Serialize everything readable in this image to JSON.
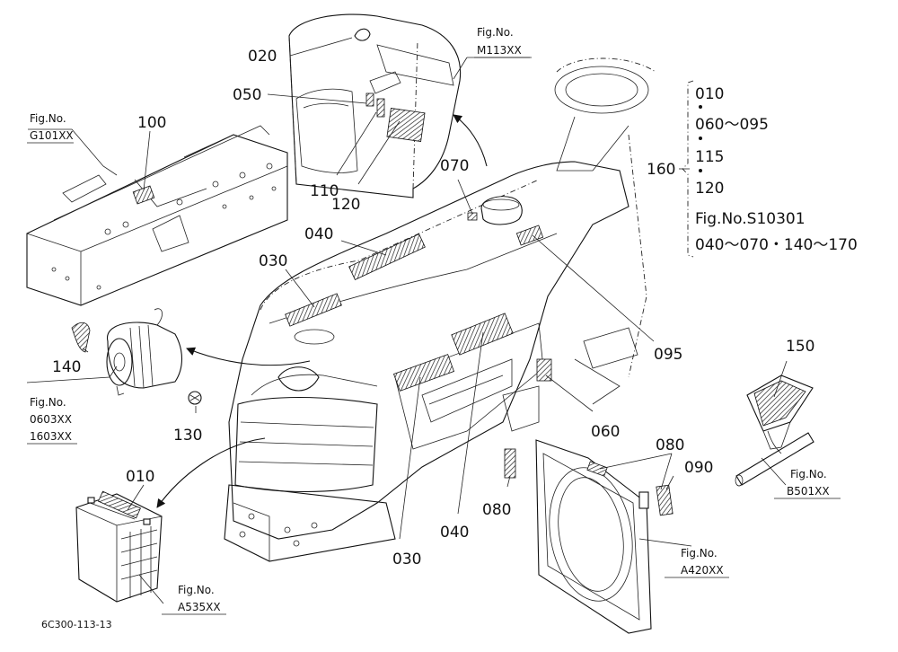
{
  "callouts": {
    "c020": "020",
    "c050": "050",
    "c110": "110",
    "c120": "120",
    "c100": "100",
    "c070": "070",
    "c040_top": "040",
    "c030_top": "030",
    "c140": "140",
    "c130": "130",
    "c010": "010",
    "c095": "095",
    "c060": "060",
    "c150": "150",
    "c080_right": "080",
    "c090": "090",
    "c080_mid": "080",
    "c040_bottom": "040",
    "c030_bottom": "030",
    "c160": "160"
  },
  "fig_refs": {
    "m113_title": "Fig.No.",
    "m113_code": "M113XX",
    "g101_title": "Fig.No.",
    "g101_code": "G101XX",
    "f0603_title": "Fig.No.",
    "f0603_code1": "0603XX",
    "f0603_code2": "1603XX",
    "a535_title": "Fig.No.",
    "a535_code": "A535XX",
    "a420_title": "Fig.No.",
    "a420_code": "A420XX",
    "b501_title": "Fig.No.",
    "b501_code": "B501XX"
  },
  "bracket_list": {
    "item1": "010",
    "item2": "060～095",
    "item3": "115",
    "item4": "120",
    "item5": "Fig.No.S10301",
    "item6": "040～070・140～170"
  },
  "drawing_code": "6C300-113-13"
}
